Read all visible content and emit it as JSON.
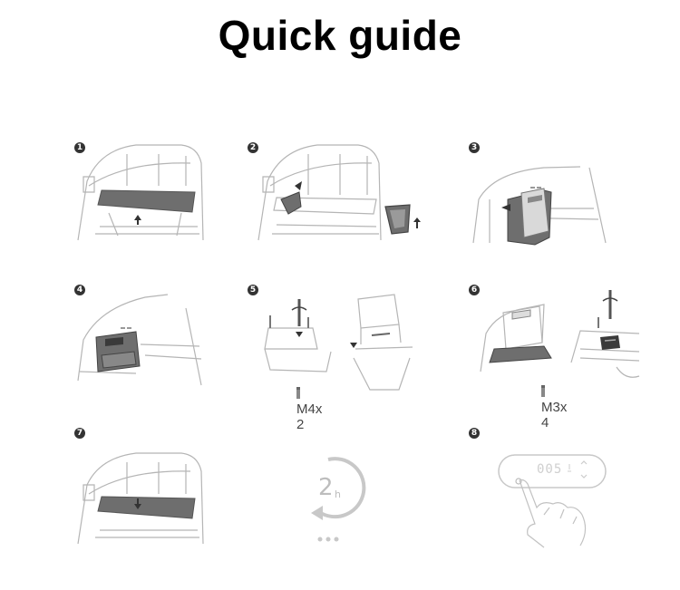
{
  "title": "Quick guide",
  "steps": [
    {
      "num": "1"
    },
    {
      "num": "2"
    },
    {
      "num": "3"
    },
    {
      "num": "4"
    },
    {
      "num": "5",
      "screw_label": "M4x 2"
    },
    {
      "num": "6",
      "screw_label": "M3x 4"
    },
    {
      "num": "7",
      "timer_value": "2",
      "timer_unit": "h"
    },
    {
      "num": "8",
      "display_value": "005"
    }
  ],
  "colors": {
    "line": "#b5b5b5",
    "panel": "#6e6e6e",
    "dark": "#3a3a3a",
    "timer": "#c8c8c8"
  }
}
